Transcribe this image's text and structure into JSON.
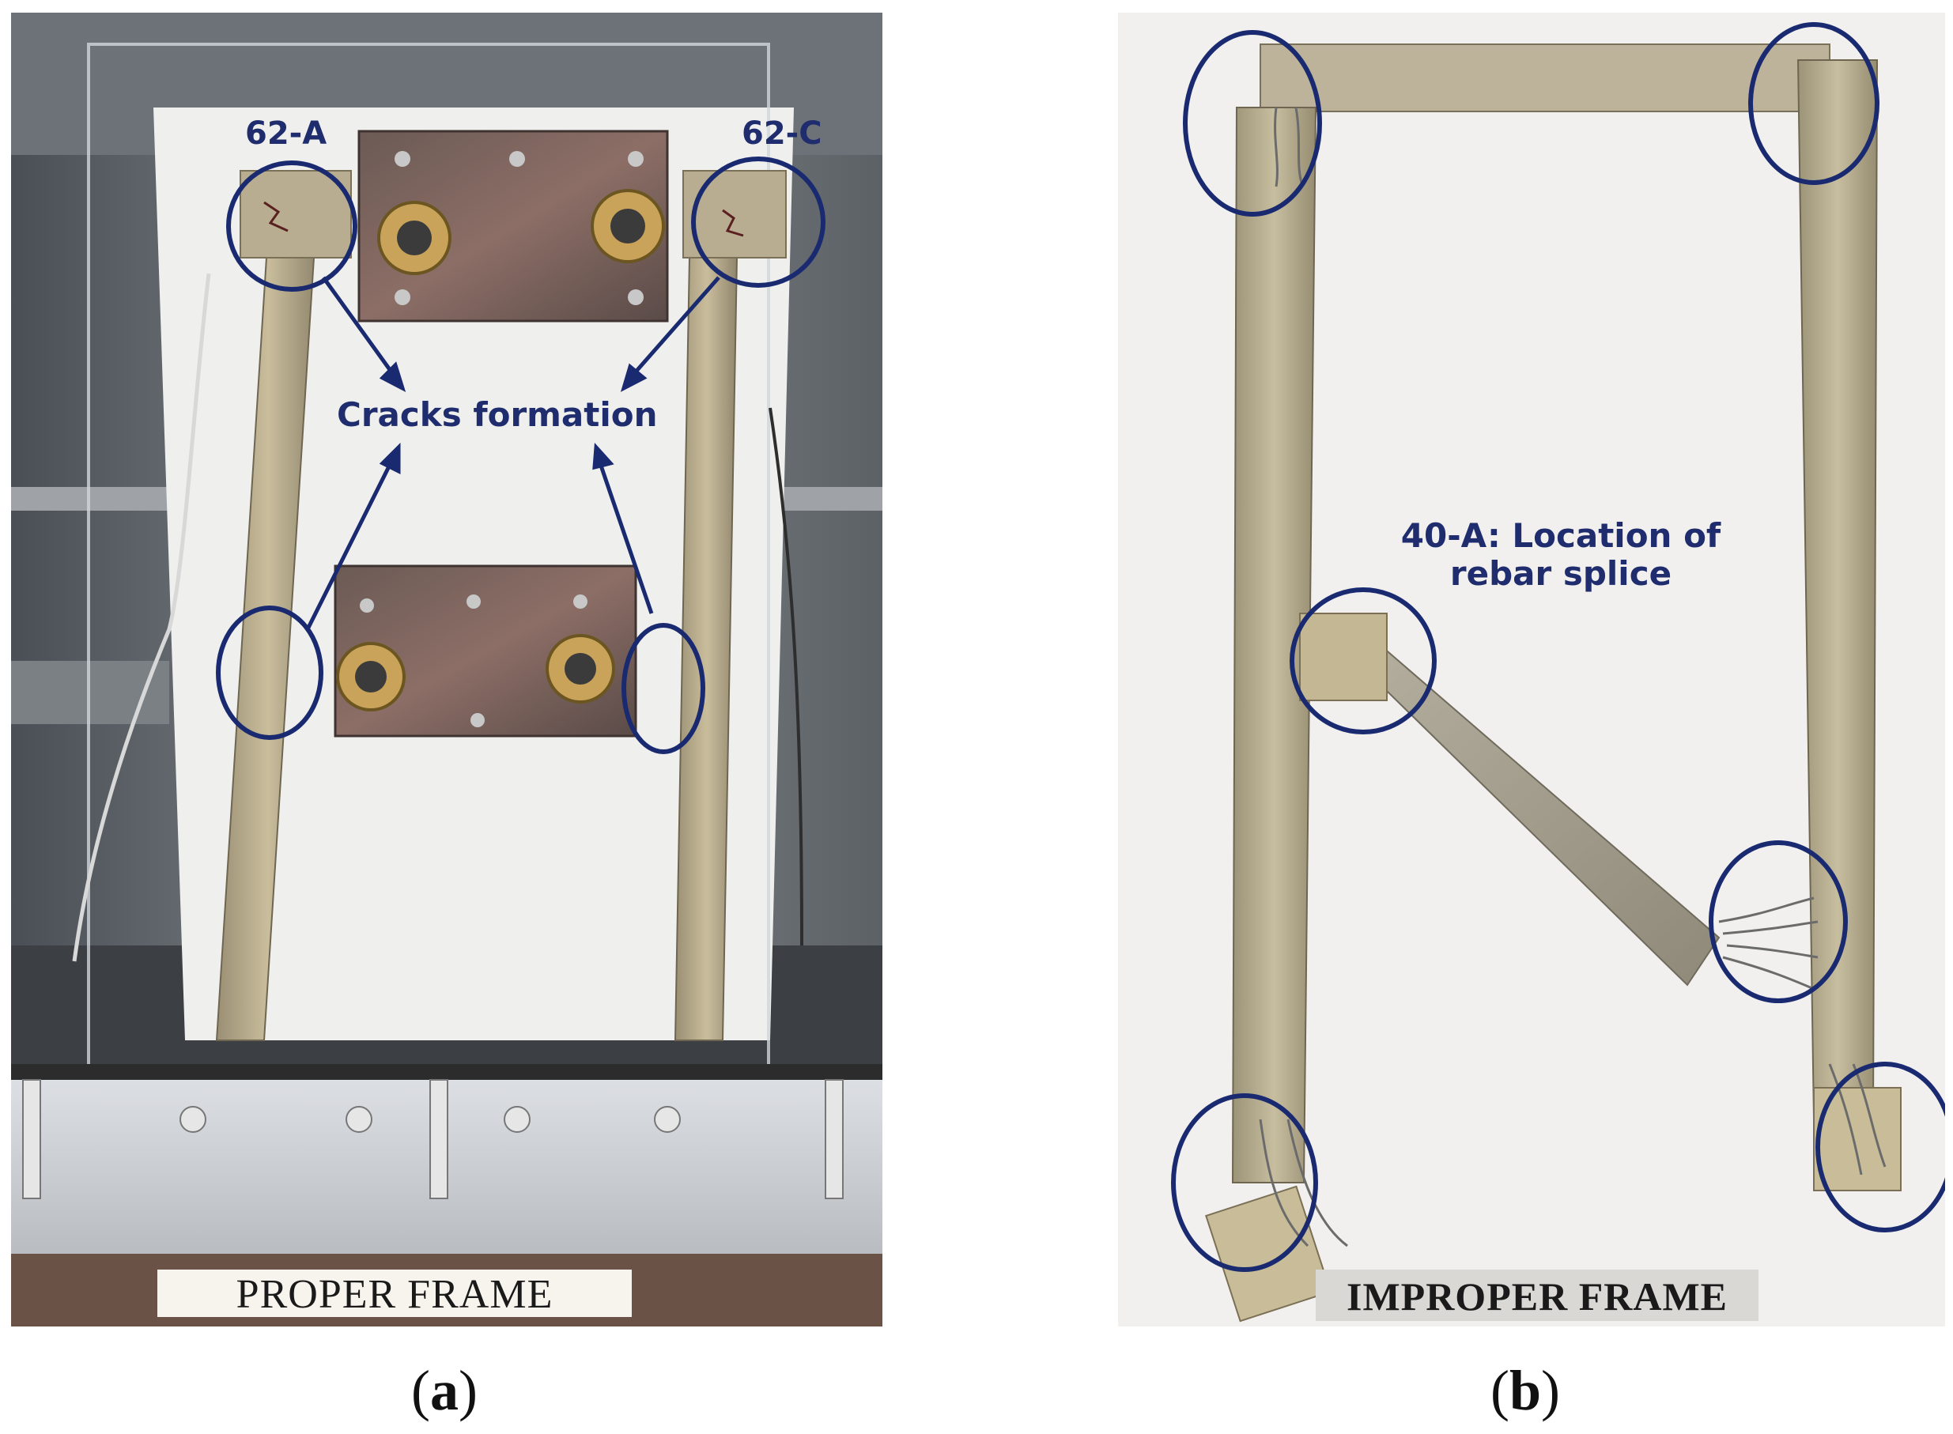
{
  "panel_a": {
    "labels": {
      "specimen_left": "62-A",
      "specimen_right": "62-C",
      "cracks": "Cracks formation"
    },
    "frame_label": "PROPER FRAME",
    "caption_letter": "a"
  },
  "panel_b": {
    "labels": {
      "splice_line1": "40-A: Location of",
      "splice_line2": "rebar splice"
    },
    "frame_label": "IMPROPER FRAME",
    "caption_letter": "b"
  },
  "colors": {
    "annotation": "#1f2d6e",
    "ellipse": "#1a2a70"
  }
}
